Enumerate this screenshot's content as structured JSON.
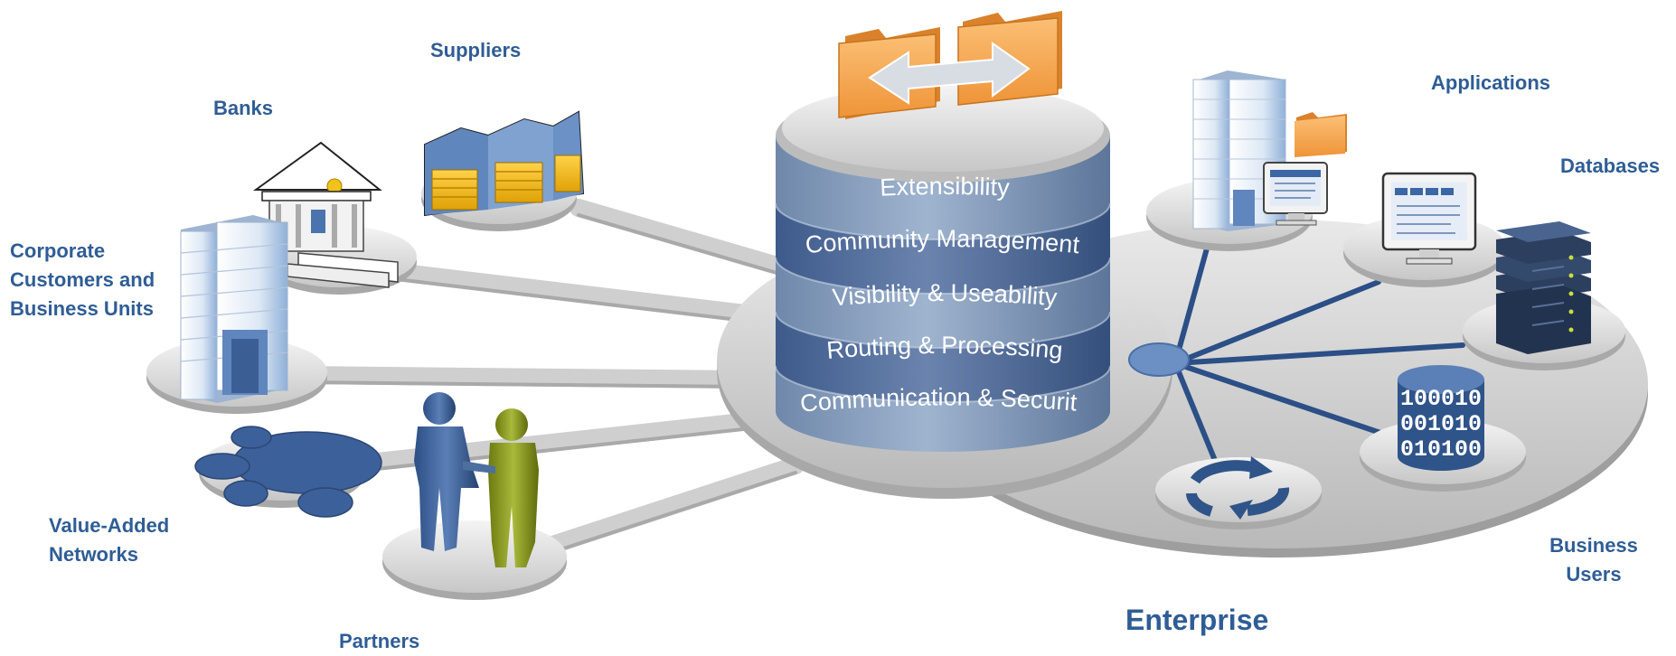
{
  "labels": {
    "suppliers": "Suppliers",
    "banks": "Banks",
    "corporate_line1": "Corporate",
    "corporate_line2": "Customers and",
    "corporate_line3": "Business Units",
    "van_line1": "Value-Added",
    "van_line2": "Networks",
    "partners": "Partners",
    "applications": "Applications",
    "databases": "Databases",
    "business_users_line1": "Business",
    "business_users_line2": "Users",
    "enterprise": "Enterprise"
  },
  "stack_layers": [
    "Extensibility",
    "Community Management",
    "Visibility & Useability",
    "Routing & Processing",
    "Communication & Security"
  ],
  "binary_text": [
    "100010",
    "001010",
    "010100"
  ],
  "colors": {
    "label_blue": "#2f5d95",
    "link_blue": "#2b4f86",
    "folder_orange": "#f4a24c",
    "partner_green": "#8a9a1c",
    "platform_gray": "#c8c8c8"
  }
}
